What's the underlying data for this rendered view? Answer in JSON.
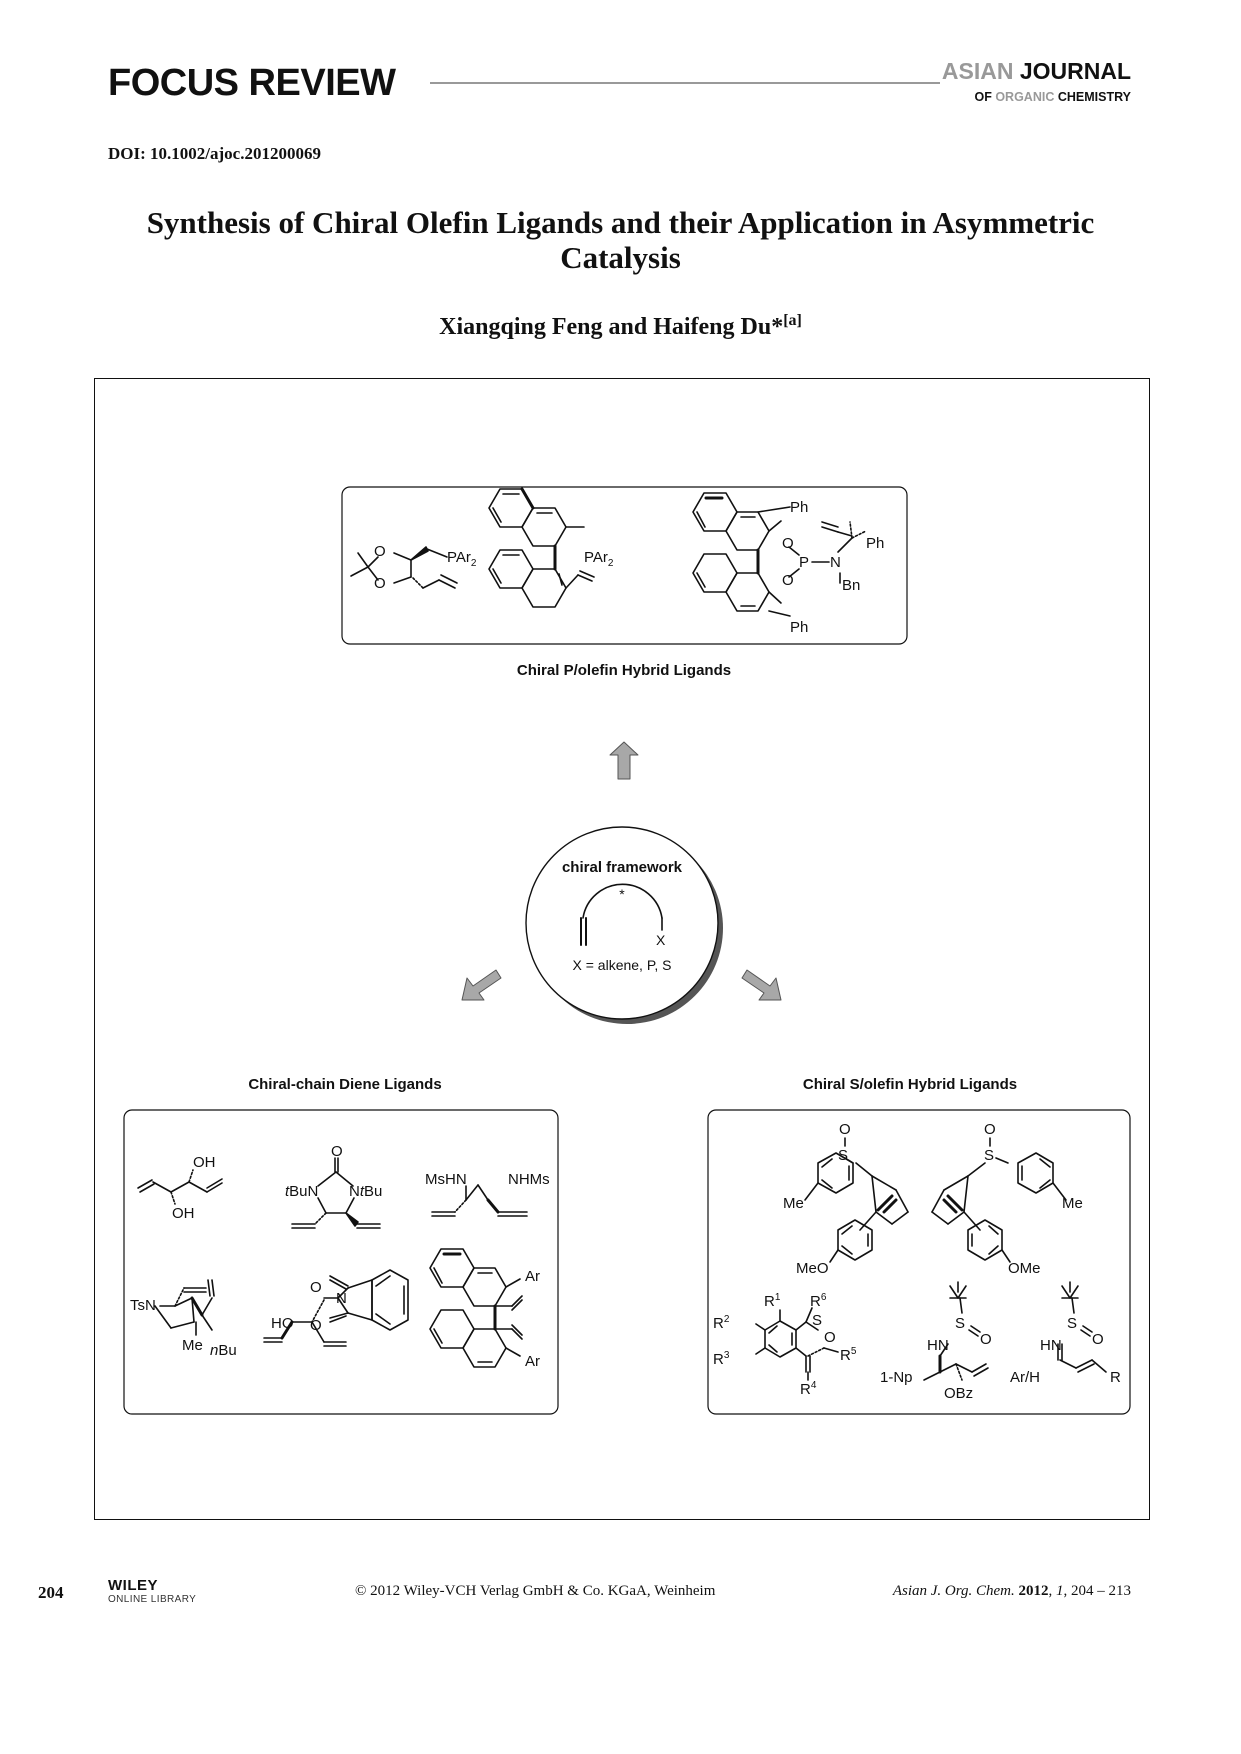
{
  "header": {
    "section": "FOCUS REVIEW",
    "journal_line1_part1": "ASIAN",
    "journal_line1_part2": "JOURNAL",
    "journal_line2_part1": "OF",
    "journal_line2_part2": "ORGANIC",
    "journal_line2_part3": "CHEMISTRY"
  },
  "doi": "DOI: 10.1002/ajoc.201200069",
  "title": "Synthesis of Chiral Olefin Ligands and their Application in Asymmetric Catalysis",
  "authors": "Xiangqing Feng and Haifeng Du*",
  "authors_sup": "[a]",
  "figure": {
    "top_caption": "Chiral P/olefin Hybrid Ligands",
    "center_title": "chiral framework",
    "center_star": "*",
    "center_x": "X",
    "center_caption": "X = alkene, P, S",
    "left_caption": "Chiral-chain Diene Ligands",
    "right_caption": "Chiral S/olefin Hybrid Ligands",
    "labels": {
      "PAr2": "PAr",
      "sub2": "2",
      "Ph": "Ph",
      "P": "P",
      "N": "N",
      "O": "O",
      "Bn": "Bn",
      "OH": "OH",
      "tBu": "tBu",
      "MsHN": "MsHN",
      "NHMs": "NHMs",
      "TsN": "TsN",
      "Me": "Me",
      "nBu": "nBu",
      "HO": "HO",
      "Ar": "Ar",
      "S": "S",
      "MeO": "MeO",
      "OMe": "OMe",
      "R1": "R",
      "R2": "R",
      "R3": "R",
      "R4": "R",
      "R5": "R",
      "R6": "R",
      "HN": "HN",
      "1-Np": "1-Np",
      "OBz": "OBz",
      "ArH": "Ar/H",
      "R": "R"
    }
  },
  "footer": {
    "page_number": "204",
    "wiley_line1": "WILEY",
    "wiley_line2": "ONLINE LIBRARY",
    "copyright": "© 2012 Wiley-VCH Verlag GmbH & Co. KGaA, Weinheim",
    "cite_journal": "Asian J. Org. Chem.",
    "cite_year": "2012",
    "cite_vol": "1",
    "cite_pages": ", 204 – 213"
  },
  "colors": {
    "accent_gray": "#999999",
    "arrow_gray": "#a8a8a8"
  }
}
